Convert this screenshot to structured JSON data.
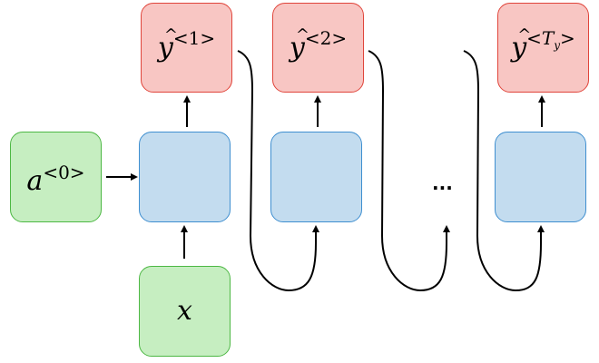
{
  "diagram": {
    "title": "",
    "nodes": {
      "a0": {
        "base": "a",
        "superscript": "<0>",
        "role": "initial activation"
      },
      "x": {
        "base": "x",
        "role": "input"
      },
      "y1": {
        "base": "y",
        "hat": true,
        "superscript": "<1>",
        "role": "output 1"
      },
      "y2": {
        "base": "y",
        "hat": true,
        "superscript": "<2>",
        "role": "output 2"
      },
      "yTy": {
        "base": "y",
        "hat": true,
        "superscript_open": "<",
        "superscript_var": "T",
        "superscript_sub": "y",
        "superscript_close": ">",
        "role": "final output"
      },
      "rnn_cells": [
        "",
        "",
        ""
      ]
    },
    "ellipsis": "...",
    "edges": [
      {
        "from": "a0",
        "to": "cell1"
      },
      {
        "from": "x",
        "to": "cell1"
      },
      {
        "from": "cell1",
        "to": "y1"
      },
      {
        "from": "cell2",
        "to": "y2"
      },
      {
        "from": "cell3",
        "to": "yTy"
      },
      {
        "from": "y1",
        "to": "cell2"
      },
      {
        "from": "y2",
        "to": "ellipsis-cell"
      },
      {
        "from": "previous-output",
        "to": "cell3"
      }
    ],
    "colors": {
      "input_fill": "#c6eec1",
      "input_stroke": "#4db844",
      "cell_fill": "#c3dcef",
      "cell_stroke": "#3f8fd0",
      "output_fill": "#f8c6c3",
      "output_stroke": "#e0453b"
    }
  }
}
